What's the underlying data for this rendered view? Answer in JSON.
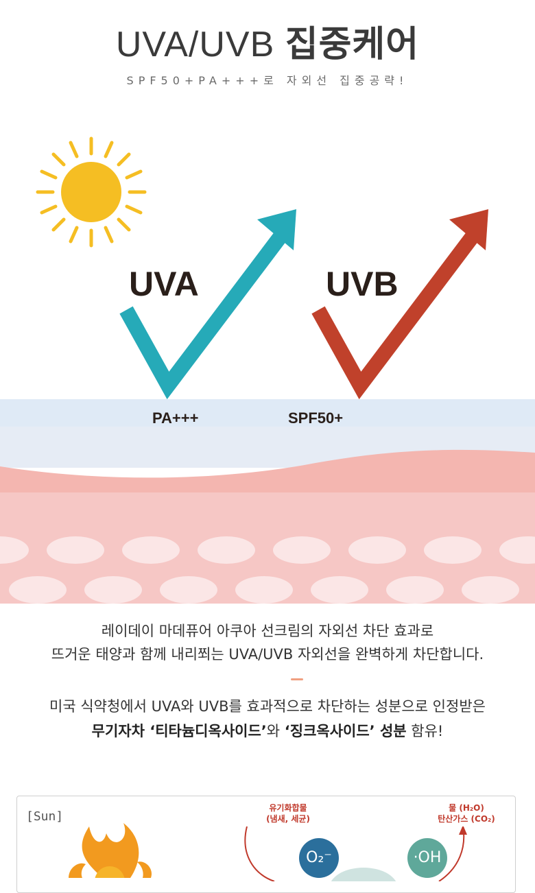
{
  "header": {
    "title_latin": "UVA/UVB",
    "title_korean": "집중케어",
    "subtitle": "SPF50+PA+++로 자외선 집중공략!"
  },
  "illustration": {
    "uva_label": "UVA",
    "uvb_label": "UVB",
    "uva_rating": "PA+++",
    "uvb_rating": "SPF50+",
    "colors": {
      "uva_check": "#26aab8",
      "uvb_check": "#c0412b",
      "sun": "#f5be23"
    }
  },
  "description": {
    "line1": "레이데이 마데퓨어 아쿠아 선크림의 자외선 차단 효과로",
    "line2": "뜨거운 태양과 함께 내리쬐는 UVA/UVB 자외선을 완벽하게 차단합니다.",
    "line3": "미국 식약청에서 UVA와 UVB를 효과적으로 차단하는 성분으로 인정받은",
    "line4_bold1": "무기자차 ‘티타늄디옥사이드’",
    "line4_mid": "와 ",
    "line4_bold2": "‘징크옥사이드’ 성분",
    "line4_end": " 함유!"
  },
  "bottom_panel": {
    "sun_tag": "[Sun]",
    "organic_label_1": "유기화합물",
    "organic_label_2": "(냄새, 세균)",
    "product_label_1": "물 (H₂O)",
    "product_label_2": "탄산가스 (CO₂)",
    "o2_bubble": "O₂⁻",
    "oh_bubble": "·OH"
  }
}
